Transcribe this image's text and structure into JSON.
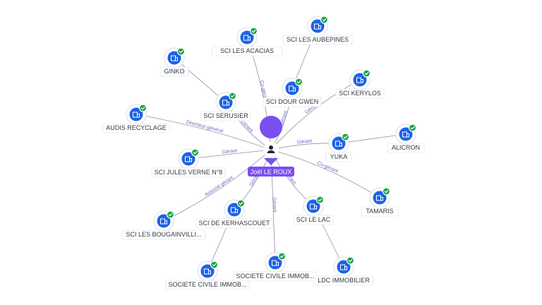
{
  "person": {
    "name": "Joël LE ROUX",
    "icon": "person-icon",
    "color": "#7b4ef0"
  },
  "companies": [
    {
      "id": "sci-les-acacias",
      "name": "SCI LES ACACIAS",
      "edge_label": "Co-gérant"
    },
    {
      "id": "sci-les-aubepines",
      "name": "SCI LES AUBEPINES",
      "edge_label": ""
    },
    {
      "id": "ginko",
      "name": "GINKO",
      "edge_label": ""
    },
    {
      "id": "sci-serusier",
      "name": "SCI SERUSIER",
      "edge_label": "Gérant"
    },
    {
      "id": "sci-dour-gwen",
      "name": "SCI DOUR GWEN",
      "edge_label": "Gérant"
    },
    {
      "id": "sci-kerylos",
      "name": "SCI KERYLOS",
      "edge_label": "Gérant"
    },
    {
      "id": "audis-recyclage",
      "name": "AUDIS RECYCLAGE",
      "edge_label": "Directeur général"
    },
    {
      "id": "alicron",
      "name": "ALICRON",
      "edge_label": ""
    },
    {
      "id": "yuka",
      "name": "YUKA",
      "edge_label": "Gérant"
    },
    {
      "id": "sci-jules-verne",
      "name": "SCI JULES VERNE N°8",
      "edge_label": "Gérant"
    },
    {
      "id": "tamaris",
      "name": "TAMARIS",
      "edge_label": "Co-gérant"
    },
    {
      "id": "sci-de-kerhascouet",
      "name": "SCI DE KERHASCOUET",
      "edge_label": "Gérant"
    },
    {
      "id": "sci-le-lac",
      "name": "SCI LE LAC",
      "edge_label": "Gérant"
    },
    {
      "id": "sci-les-bougainvilli",
      "name": "SCI LES BOUGAINVILLI...",
      "edge_label": "Associé-gérant"
    },
    {
      "id": "societe-civile-immob-1",
      "name": "SOCIETE CIVILE IMMOB...",
      "edge_label": ""
    },
    {
      "id": "societe-civile-immob-2",
      "name": "SOCIETE CIVILE IMMOB...",
      "edge_label": "Gérant"
    },
    {
      "id": "ldc-immobilier",
      "name": "LDC IMMOBILIER",
      "edge_label": ""
    }
  ],
  "icons": {
    "company": "building-icon",
    "verified": "check-badge-icon"
  }
}
